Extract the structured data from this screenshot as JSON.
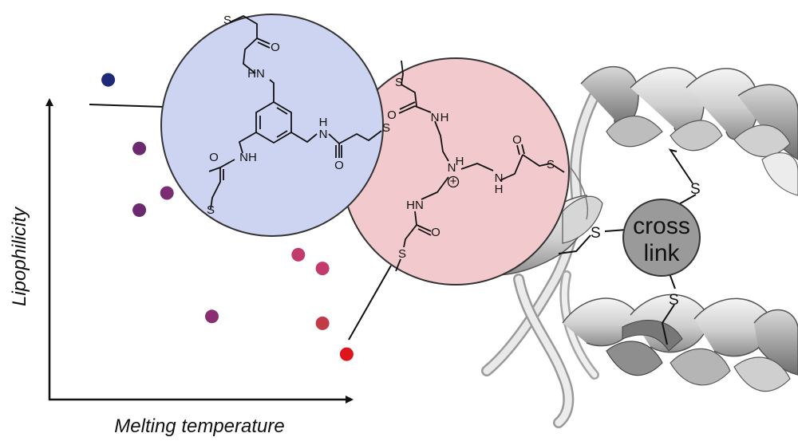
{
  "chart_data": {
    "type": "scatter",
    "xlabel": "Melting temperature",
    "ylabel": "Lipophilicity",
    "points": [
      {
        "x": 0.17,
        "y": 0.93,
        "color": "#1e2a78"
      },
      {
        "x": 0.26,
        "y": 0.73,
        "color": "#6b2a70"
      },
      {
        "x": 0.34,
        "y": 0.6,
        "color": "#7a2d72"
      },
      {
        "x": 0.26,
        "y": 0.55,
        "color": "#6b2a70"
      },
      {
        "x": 0.72,
        "y": 0.42,
        "color": "#c23a6e"
      },
      {
        "x": 0.79,
        "y": 0.38,
        "color": "#c23a6e"
      },
      {
        "x": 0.47,
        "y": 0.24,
        "color": "#8a2d73"
      },
      {
        "x": 0.79,
        "y": 0.22,
        "color": "#c23a45"
      },
      {
        "x": 0.86,
        "y": 0.13,
        "color": "#e0151b"
      }
    ],
    "xlim": [
      0,
      1
    ],
    "ylim": [
      0,
      1
    ]
  },
  "molecules": {
    "blue": {
      "fill": "#cdd4f2",
      "labels": {
        "nh_top": "HN",
        "o_top": "O",
        "s_top": "S",
        "nh_right": "H",
        "n_right": "N",
        "o_right": "O",
        "s_right": "S",
        "nh_left": "NH",
        "o_left": "O",
        "s_left": "S"
      }
    },
    "red": {
      "fill": "#f2c9cc",
      "labels": {
        "s_top": "S",
        "o_top": "O",
        "nh_top": "N",
        "h_top": "H",
        "n_center": "N",
        "h_center": "H",
        "plus": "+",
        "h_right": "H",
        "n_right": "N",
        "o_right": "O",
        "s_right": "S",
        "hn_left": "HN",
        "o_left": "O",
        "s_left": "S"
      }
    }
  },
  "protein": {
    "crosslink": [
      "cross",
      "link"
    ],
    "sulfur": "S"
  }
}
